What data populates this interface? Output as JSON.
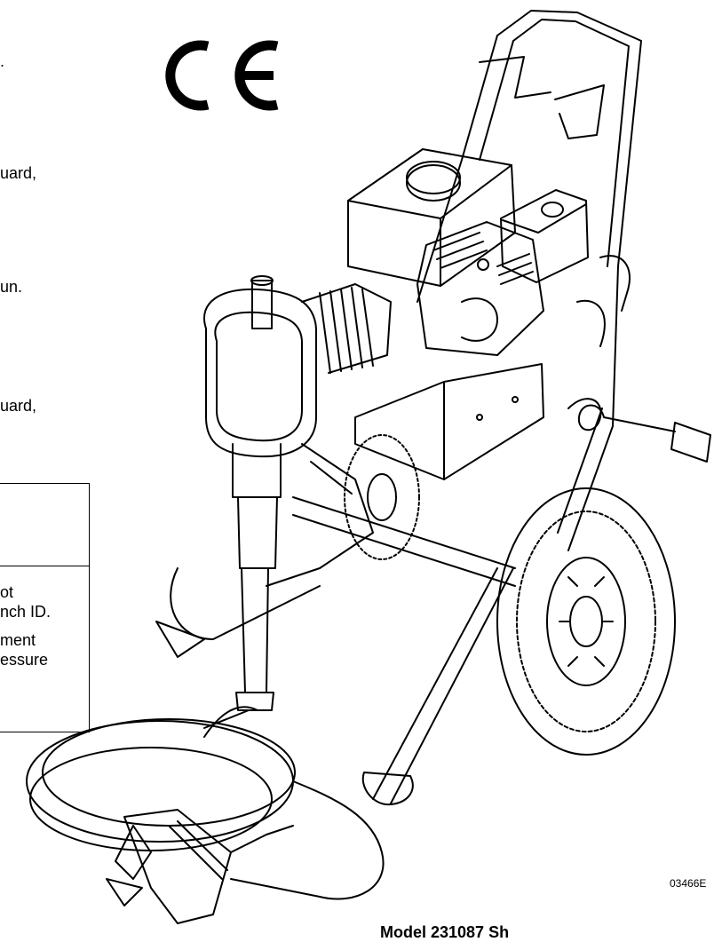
{
  "left_column": {
    "line_1": ".",
    "line_2": "uard,",
    "line_3": "un.",
    "line_4": "uard,"
  },
  "notice_box": {
    "lines": [
      "ot",
      "nch ID.",
      "ment",
      "essure"
    ]
  },
  "figure_id": "03466E",
  "model_caption": "Model 231087 Sh",
  "mark": "CE"
}
